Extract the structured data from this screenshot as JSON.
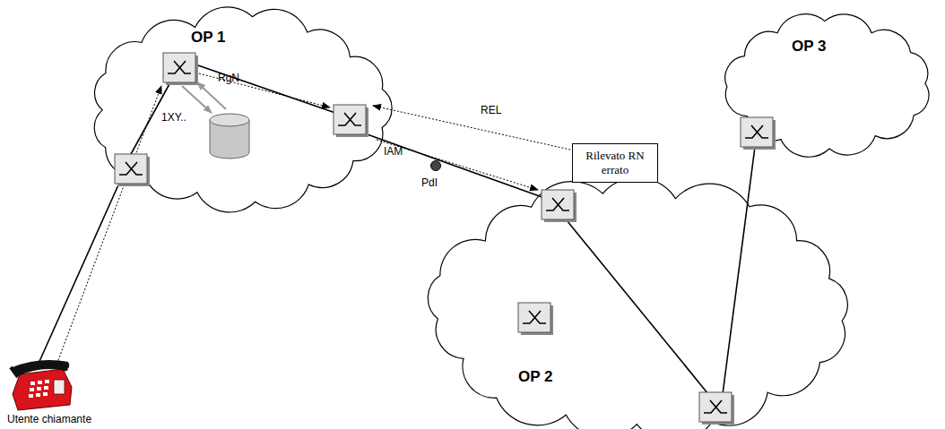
{
  "diagram": {
    "nodes": [
      {
        "text": [
          "OP 1"
        ]
      },
      {
        "text": [
          "OP 3"
        ]
      },
      {
        "text": [
          "OP 2"
        ]
      },
      {
        "text": [
          "Rilevato RN errato"
        ]
      }
    ],
    "labels": [
      "1XY..",
      "RgN",
      "IAM",
      "REL",
      "PdI",
      "Utente chiamante"
    ]
  }
}
